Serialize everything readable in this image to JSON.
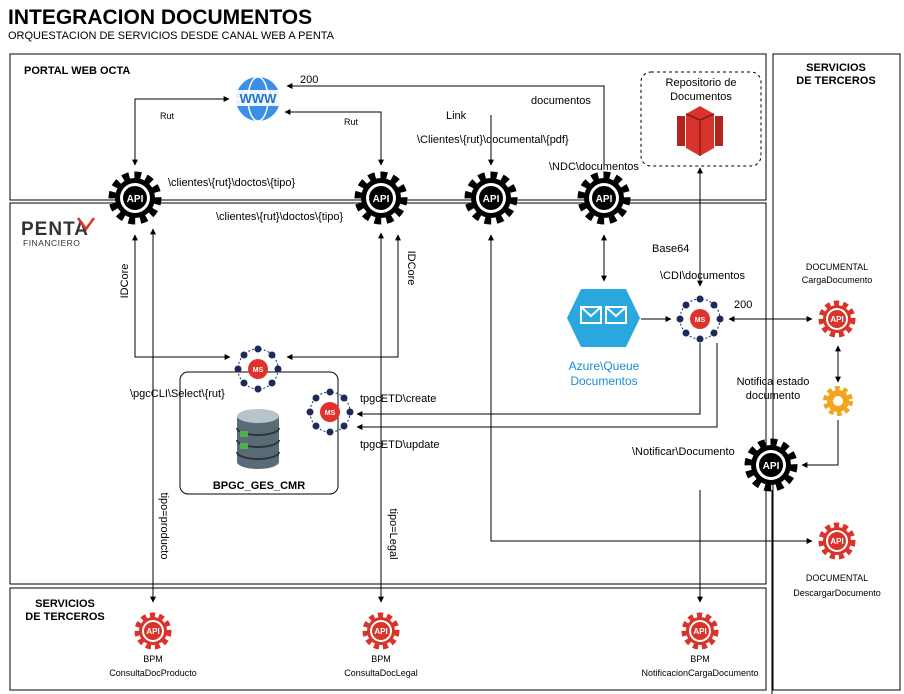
{
  "title": "INTEGRACION DOCUMENTOS",
  "subtitle": "ORQUESTACION DE SERVICIOS DESDE CANAL WEB A PENTA",
  "regions": {
    "portal": "PORTAL WEB OCTA",
    "terceros_right": [
      "SERVICIOS",
      "DE TERCEROS"
    ],
    "terceros_bottom": [
      "SERVICIOS",
      "DE TERCEROS"
    ],
    "repositorio": [
      "Repositorio de",
      "Documentos"
    ]
  },
  "logo": {
    "name": "PENTA",
    "sub": "FINANCIERO",
    "accent": "#e0322d"
  },
  "icons": {
    "www": "WWW",
    "api": "API",
    "ms": "MS"
  },
  "labels": {
    "l200_top": "200",
    "rut_left": "Rut",
    "rut_right": "Rut",
    "link": "Link",
    "documentos": "documentos",
    "path_pdf": "\\Clientes\\{rut}\\documental\\{pdf}",
    "ndc": "\\NDC\\documentos",
    "path_api1": "\\clientes\\{rut}\\doctos\\{tipo}",
    "path_api2": "\\clientes\\{rut}\\doctos\\{tipo}",
    "idcore_left": "IDCore",
    "idcore_right": "IDCore",
    "base64": "Base64",
    "cdi": "\\CDI\\documentos",
    "l200_mid": "200",
    "pgccli": "\\pgcCLI\\Select\\{rut}",
    "create": "tpgcETD\\create",
    "update": "tpgcETD\\update",
    "db": "BPGC_GES_CMR",
    "queue": [
      "Azure\\Queue",
      "Documentos"
    ],
    "notifica": [
      "Notifica estado",
      "documento"
    ],
    "notificar": "\\Notificar\\Documento",
    "tipo_producto": "tipo=producto",
    "tipo_legal": "tipo=Legal"
  },
  "services": {
    "carga": [
      "DOCUMENTAL",
      "CargaDocumento"
    ],
    "descargar": [
      "DOCUMENTAL",
      "DescargarDocumento"
    ],
    "bpm1": [
      "BPM",
      "ConsultaDocProducto"
    ],
    "bpm2": [
      "BPM",
      "ConsultaDocLegal"
    ],
    "bpm3": [
      "BPM",
      "NotificacionCargaDocumento"
    ]
  },
  "colors": {
    "api_black": "#000000",
    "api_red": "#d9342b",
    "queue_blue": "#2ba7e0",
    "queue_text": "#1a8fd1",
    "s3_red": "#d9342b",
    "ms_navy": "#1f2a5c",
    "gear_orange": "#f2a61b"
  }
}
